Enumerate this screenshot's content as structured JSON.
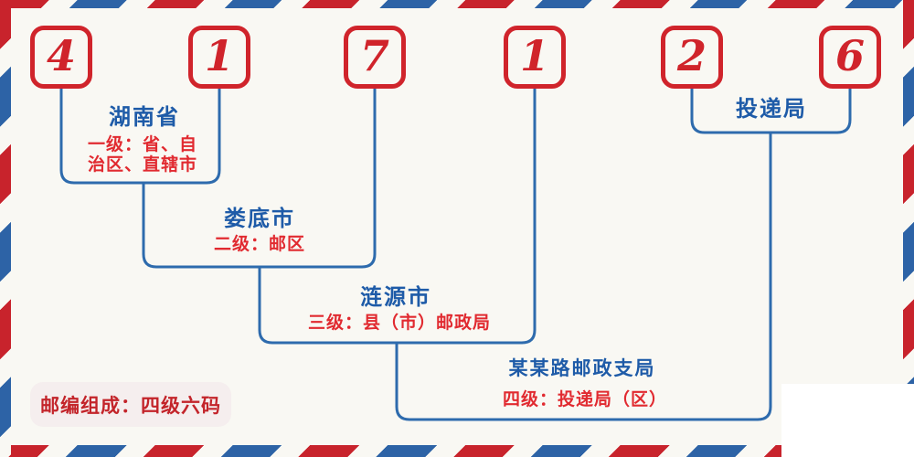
{
  "postal_code": {
    "value": "417126",
    "digits": [
      "4",
      "1",
      "7",
      "1",
      "2",
      "6"
    ]
  },
  "levels": [
    {
      "name": "湖南省",
      "desc_lines": [
        "一级：省、自",
        "治区、直辖市"
      ]
    },
    {
      "name": "娄底市",
      "desc_lines": [
        "二级：邮区"
      ]
    },
    {
      "name": "涟源市",
      "desc_lines": [
        "三级：县（市）邮政局"
      ]
    },
    {
      "name": "某某路邮政支局",
      "desc_lines": [
        "四级：投递局（区）"
      ]
    }
  ],
  "delivery_office_label": "投递局",
  "footer_badge": "邮编组成：四级六码",
  "colors": {
    "stripe_red": "#c8232c",
    "stripe_blue": "#2d63a6",
    "box_red": "#d0242b",
    "digit_red": "#d0242b",
    "line_blue": "#2e6bad",
    "name_blue": "#1e5ba8",
    "desc_red": "#e12a30",
    "badge_text_red": "#c3242a",
    "badge_background": "#f5eeee",
    "background": "#f9f8f3"
  }
}
